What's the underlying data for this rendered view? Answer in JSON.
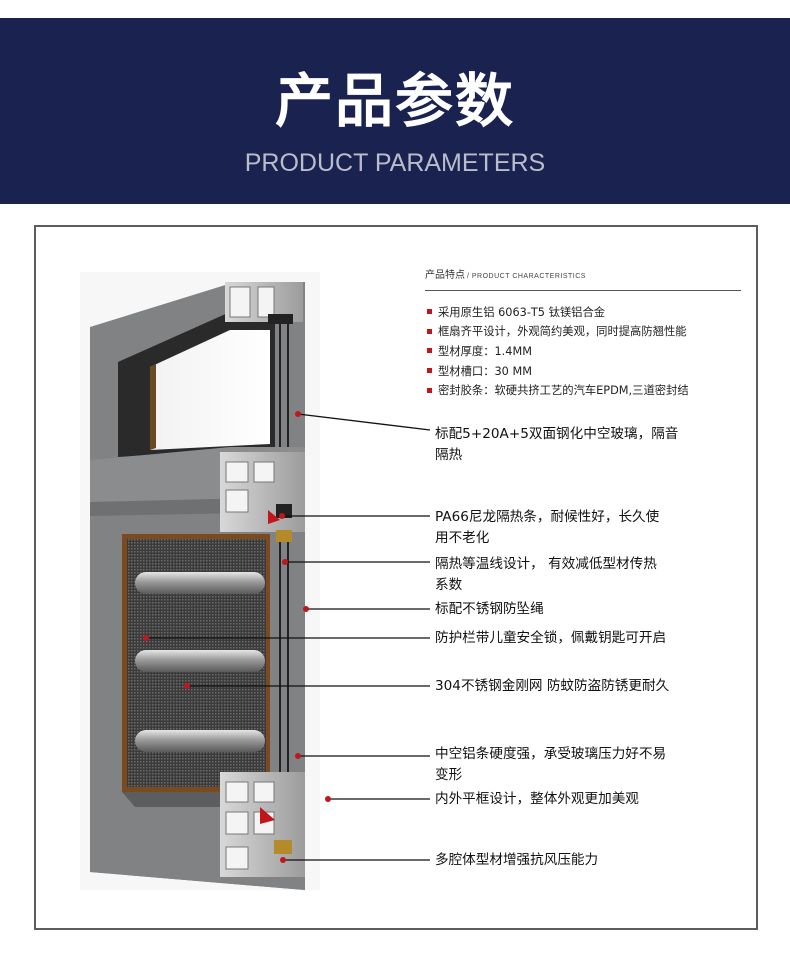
{
  "header": {
    "title": "产品参数",
    "subtitle": "PRODUCT PARAMETERS"
  },
  "characteristics": {
    "heading": "产品特点",
    "heading_sub": "/ PRODUCT CHARACTERISTICS",
    "items": [
      "采用原生铝 6063-T5 钛镁铝合金",
      "框扇齐平设计，外观简约美观，同时提高防翘性能",
      "型材厚度：1.4MM",
      "型材槽口：30 MM",
      "密封胶条：软硬共挤工艺的汽车EPDM,三道密封结"
    ],
    "bullet_color": "#c0161c"
  },
  "callouts": [
    {
      "lines": [
        "标配5+20A+5双面钢化中空玻璃，隔音",
        "隔热"
      ]
    },
    {
      "lines": [
        "PA66尼龙隔热条，耐候性好，长久使",
        "用不老化"
      ]
    },
    {
      "lines": [
        "隔热等温线设计， 有效减低型材传热",
        "系数"
      ]
    },
    {
      "lines": [
        "标配不锈钢防坠绳"
      ]
    },
    {
      "lines": [
        "防护栏带儿童安全锁，佩戴钥匙可开启"
      ]
    },
    {
      "lines": [
        "304不锈钢金刚网 防蚊防盗防锈更耐久"
      ]
    },
    {
      "lines": [
        "中空铝条硬度强，承受玻璃压力好不易",
        "变形"
      ]
    },
    {
      "lines": [
        "内外平框设计，整体外观更加美观"
      ]
    },
    {
      "lines": [
        "多腔体型材增强抗风压能力"
      ]
    }
  ],
  "colors": {
    "banner": "#1a2350",
    "frame_border": "#5d5d5d",
    "accent_red": "#c0161c",
    "profile_gray": "#7f8183"
  }
}
